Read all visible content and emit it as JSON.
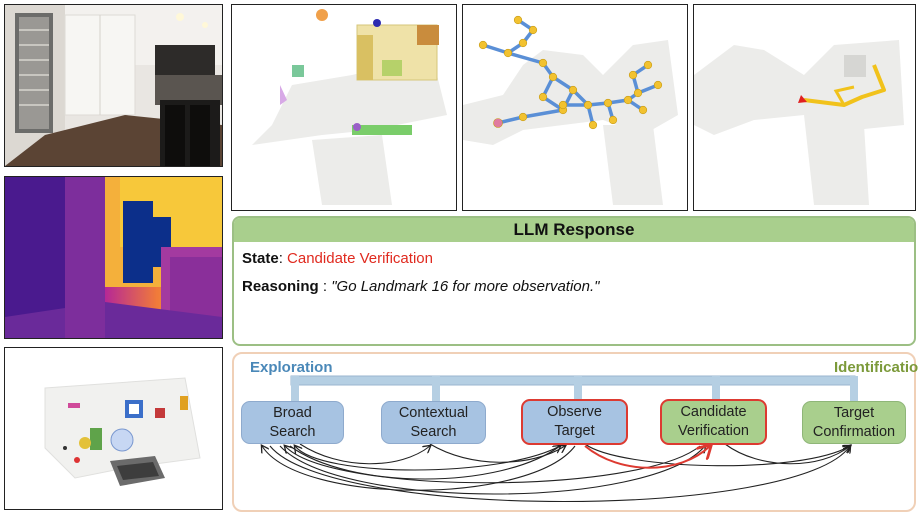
{
  "panels": {
    "rgb": "rgb-observation",
    "depth": "depth-observation",
    "local_map": "local-3d-map",
    "semantic_map": "semantic-map",
    "landmark_graph": "landmark-graph",
    "trajectory": "trajectory-map"
  },
  "llm": {
    "title": "LLM Response",
    "state_label": "State",
    "state_value": "Candidate Verification",
    "reasoning_label": "Reasoning",
    "reasoning_value": "\"Go Landmark 16 for more observation.\""
  },
  "state_machine": {
    "exploration_label": "Exploration",
    "identification_label": "Identification",
    "nodes": [
      {
        "line1": "Broad",
        "line2": "Search"
      },
      {
        "line1": "Contextual",
        "line2": "Search"
      },
      {
        "line1": "Observe",
        "line2": "Target"
      },
      {
        "line1": "Candidate",
        "line2": "Verification"
      },
      {
        "line1": "Target",
        "line2": "Confirmation"
      }
    ]
  },
  "colors": {
    "exploration": "#a7c3e2",
    "identification": "#a9cf8d",
    "active": "#dd3a31",
    "graph_edge": "#5a8fd6",
    "graph_node": "#f2c230"
  }
}
